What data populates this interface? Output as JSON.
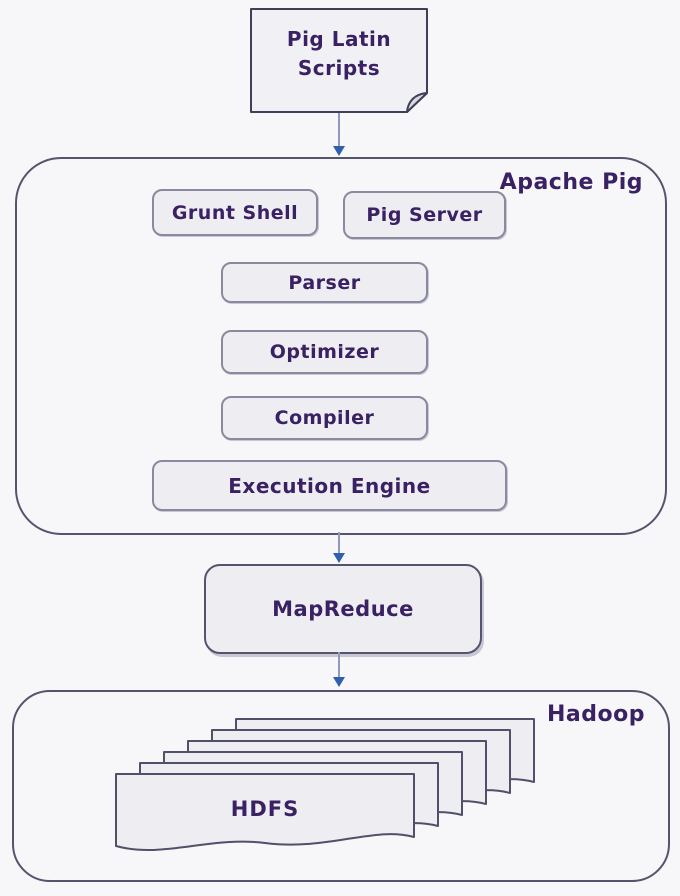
{
  "colors": {
    "background": "#f7f7fa",
    "text": "#3a2163",
    "box_fill": "#ededf2",
    "box_border": "#8a8a9e",
    "container_border": "#54546c",
    "note_border": "#3f3f55",
    "note_fold": "#d9d9e4",
    "arrow_line": "#8e9bbf",
    "arrow_head": "#2f5fae",
    "shadow": "#c7c7d6"
  },
  "scripts_note": {
    "label": "Pig Latin\nScripts"
  },
  "apache_pig": {
    "label": "Apache Pig",
    "boxes": {
      "grunt_shell": "Grunt Shell",
      "pig_server": "Pig Server",
      "parser": "Parser",
      "optimizer": "Optimizer",
      "compiler": "Compiler",
      "execution_engine": "Execution Engine"
    }
  },
  "mapreduce": {
    "label": "MapReduce"
  },
  "hadoop": {
    "label": "Hadoop",
    "hdfs_label": "HDFS",
    "stack_count": 6
  }
}
